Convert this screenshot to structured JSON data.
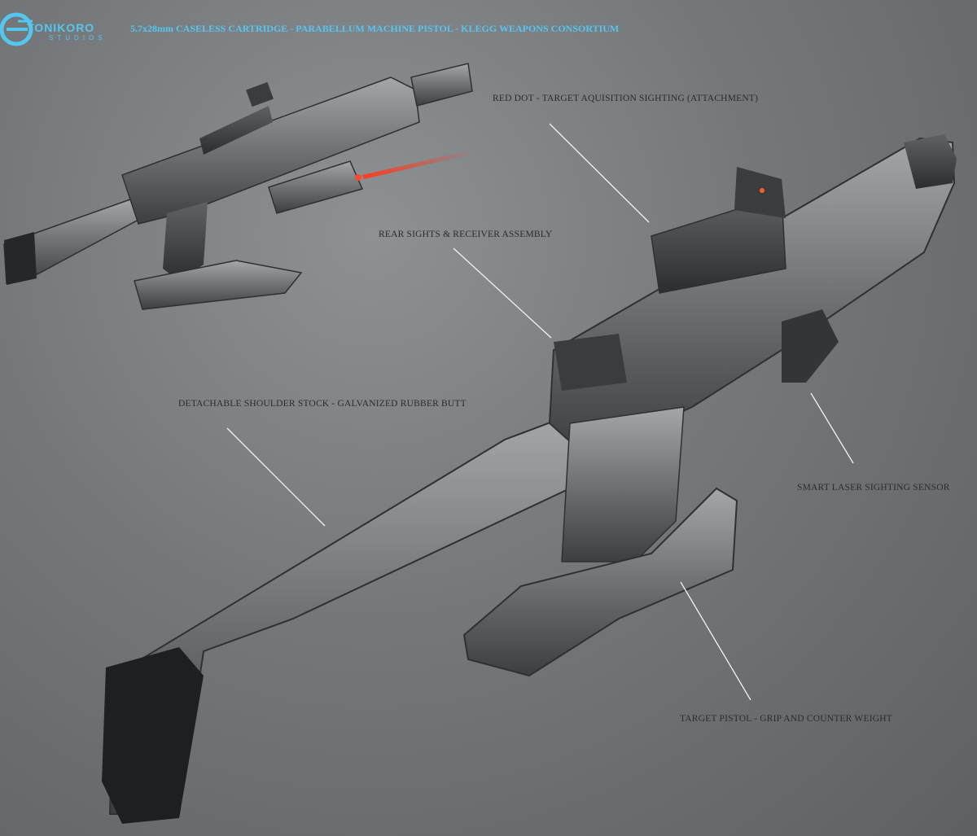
{
  "brand": {
    "name": "TONIKORO",
    "subtitle": "STUDIOS"
  },
  "title": "5.7x28mm CASELESS CARTRIDGE - PARABELLUM MACHINE PISTOL  - KLEGG WEAPONS CONSORTIUM",
  "callouts": [
    {
      "id": "red-dot",
      "text": "RED DOT - TARGET AQUISITION SIGHTING (ATTACHMENT)"
    },
    {
      "id": "rear-sights",
      "text": "REAR SIGHTS & RECEIVER ASSEMBLY"
    },
    {
      "id": "stock",
      "text": "DETACHABLE SHOULDER STOCK - GALVANIZED RUBBER BUTT"
    },
    {
      "id": "laser",
      "text": "SMART LASER SIGHTING SENSOR"
    },
    {
      "id": "grip",
      "text": "TARGET PISTOL -  GRIP AND COUNTER WEIGHT"
    }
  ],
  "colors": {
    "accent": "#55c6ef",
    "laser": "#e0311c",
    "label": "#2a2b2d",
    "callout_line": "#f2f2f2"
  }
}
